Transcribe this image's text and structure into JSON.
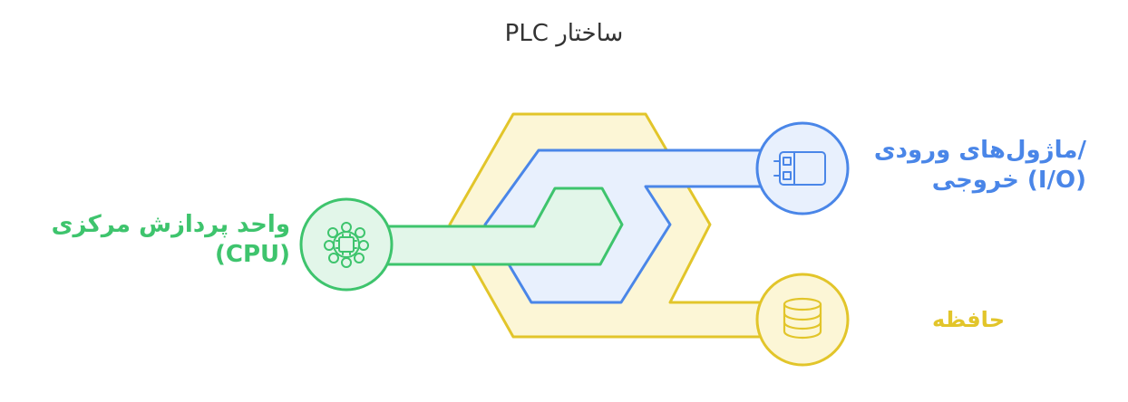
{
  "title": "ساختار PLC",
  "nodes": {
    "cpu": {
      "label_line1": "واحد پردازش مرکزی",
      "label_line2": "(CPU)",
      "icon": "cpu-chip-icon",
      "color": "#3ec46d",
      "fill": "#e2f6e9"
    },
    "io": {
      "label_line1": "/ماژول‌های ورودی",
      "label_line2": "(I/O) خروجی",
      "icon": "io-module-icon",
      "color": "#4a86e8",
      "fill": "#e8f0fd"
    },
    "memory": {
      "label": "حافظه",
      "icon": "database-icon",
      "color": "#e2c52a",
      "fill": "#fcf6d6"
    }
  }
}
